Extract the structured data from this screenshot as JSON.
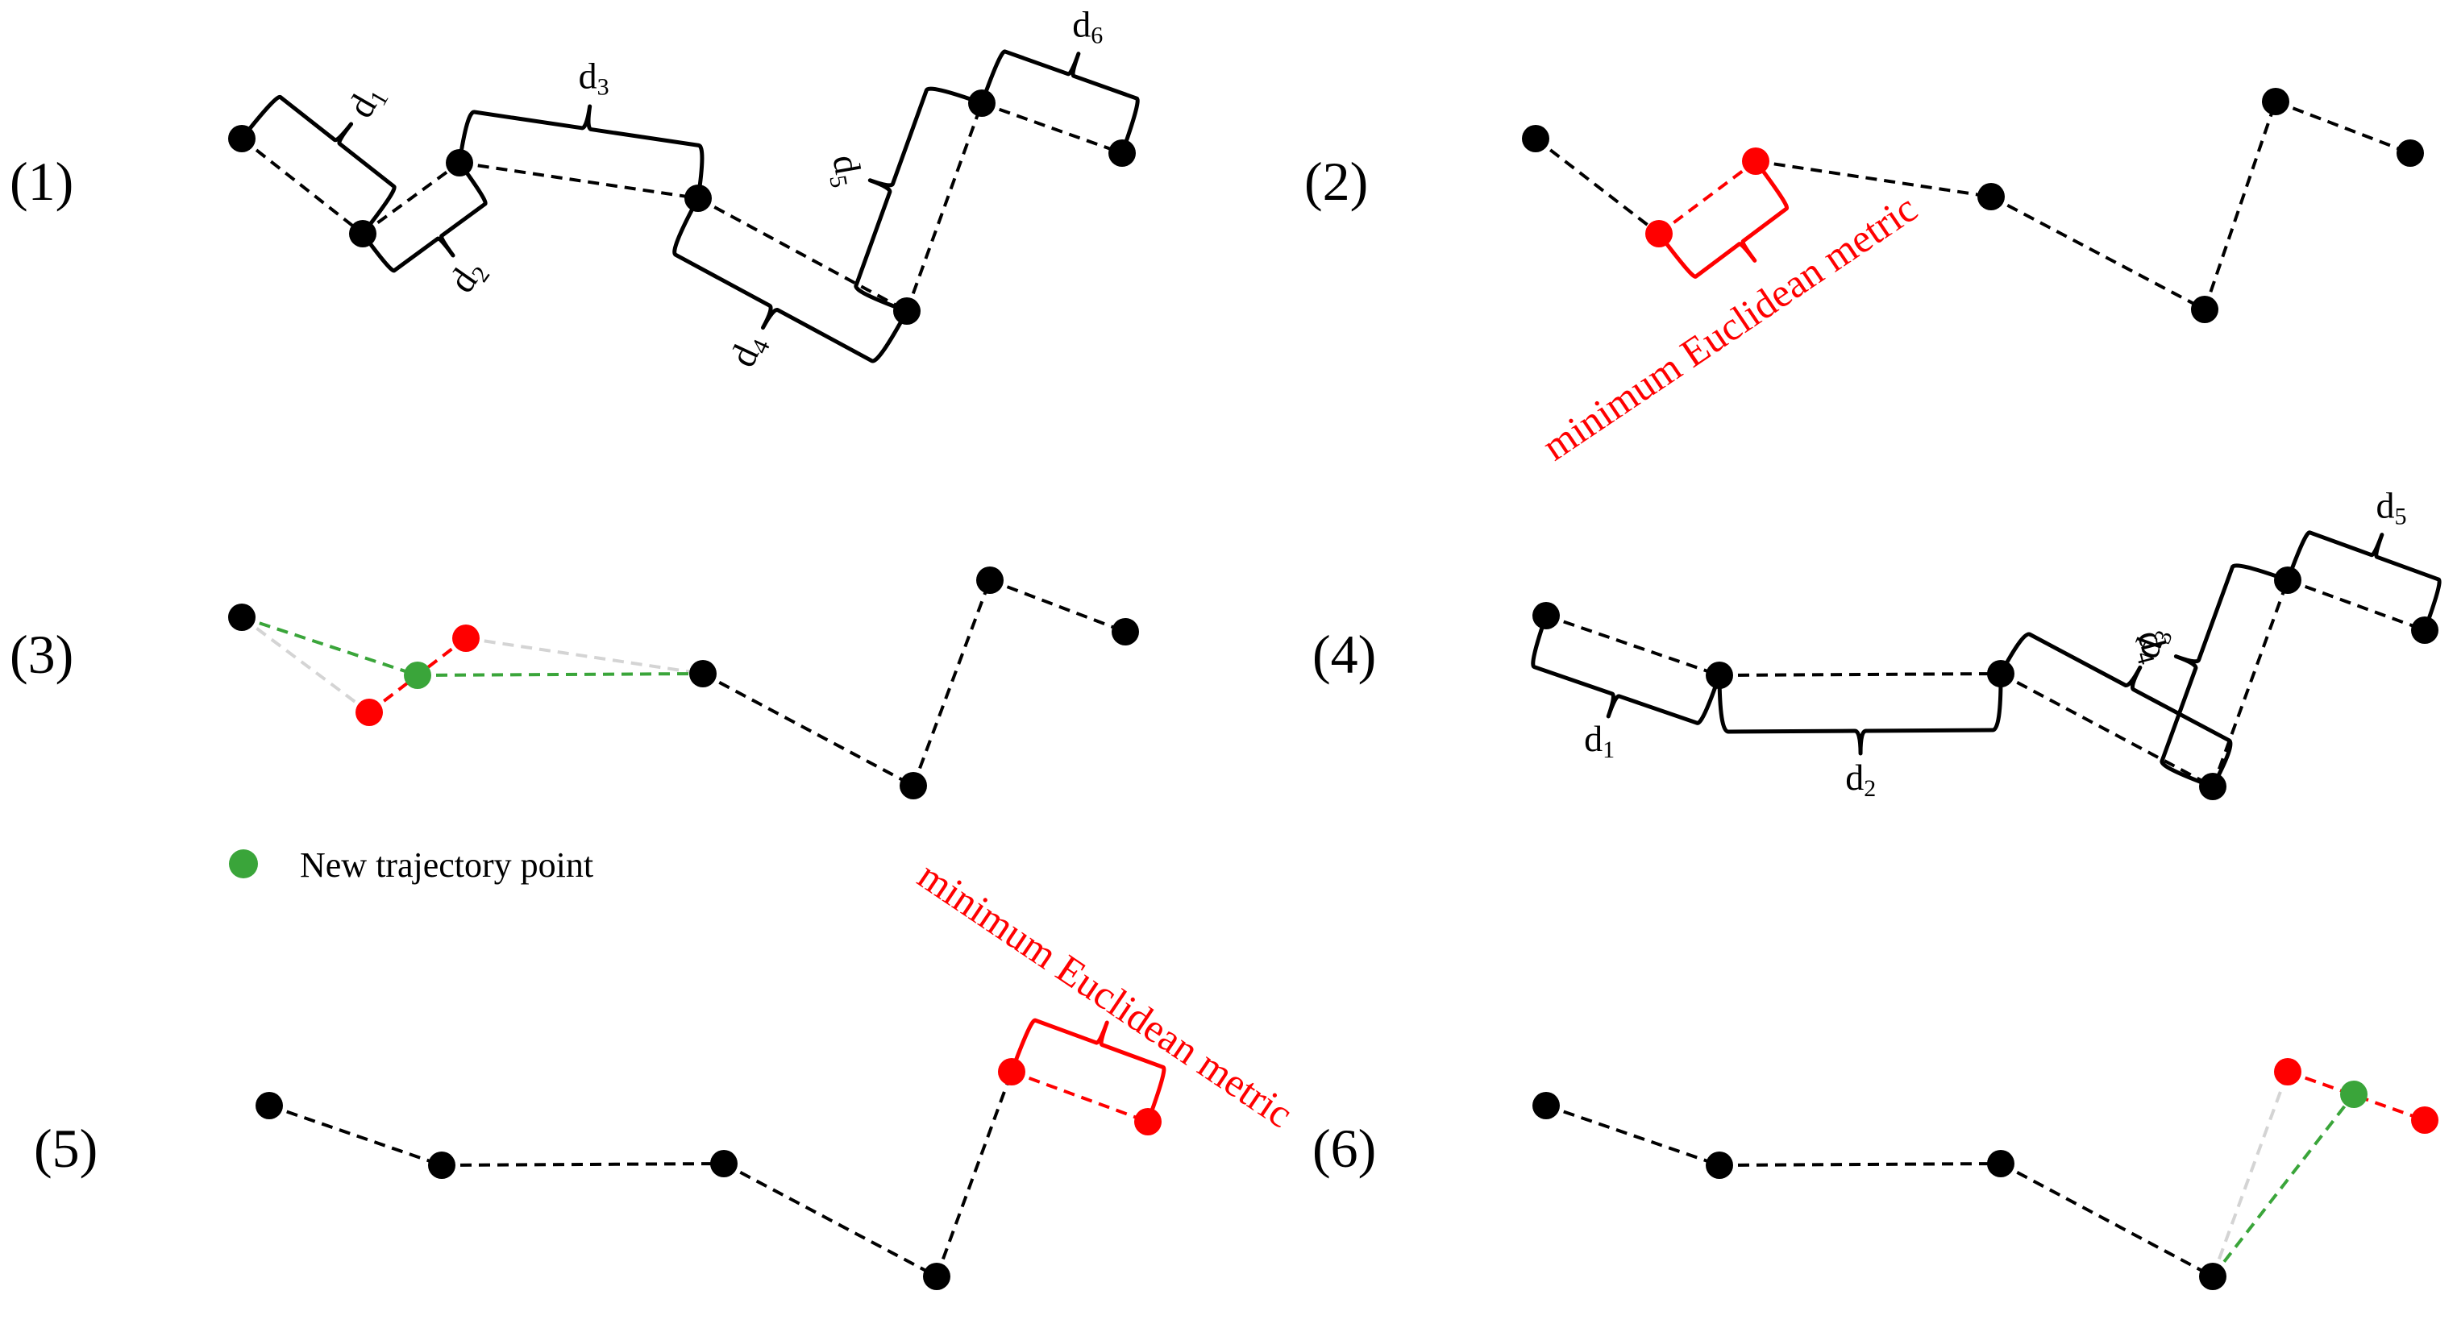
{
  "colors": {
    "black": "#000000",
    "red": "#ff0000",
    "green": "#3aa53a",
    "ghost": "#d4d4d4"
  },
  "legend": {
    "label": "New trajectory point",
    "icon": "green-dot-icon"
  },
  "annotations": {
    "min_metric": "minimum Euclidean metric"
  },
  "panels": [
    {
      "id": "1",
      "label": "(1)",
      "segments": [
        {
          "label": "d",
          "sub": "1"
        },
        {
          "label": "d",
          "sub": "2"
        },
        {
          "label": "d",
          "sub": "3"
        },
        {
          "label": "d",
          "sub": "4"
        },
        {
          "label": "d",
          "sub": "5"
        },
        {
          "label": "d",
          "sub": "6"
        }
      ]
    },
    {
      "id": "2",
      "label": "(2)"
    },
    {
      "id": "3",
      "label": "(3)"
    },
    {
      "id": "4",
      "label": "(4)",
      "segments": [
        {
          "label": "d",
          "sub": "1"
        },
        {
          "label": "d",
          "sub": "2"
        },
        {
          "label": "d",
          "sub": "3"
        },
        {
          "label": "d",
          "sub": "4"
        },
        {
          "label": "d",
          "sub": "5"
        }
      ]
    },
    {
      "id": "5",
      "label": "(5)"
    },
    {
      "id": "6",
      "label": "(6)"
    }
  ]
}
